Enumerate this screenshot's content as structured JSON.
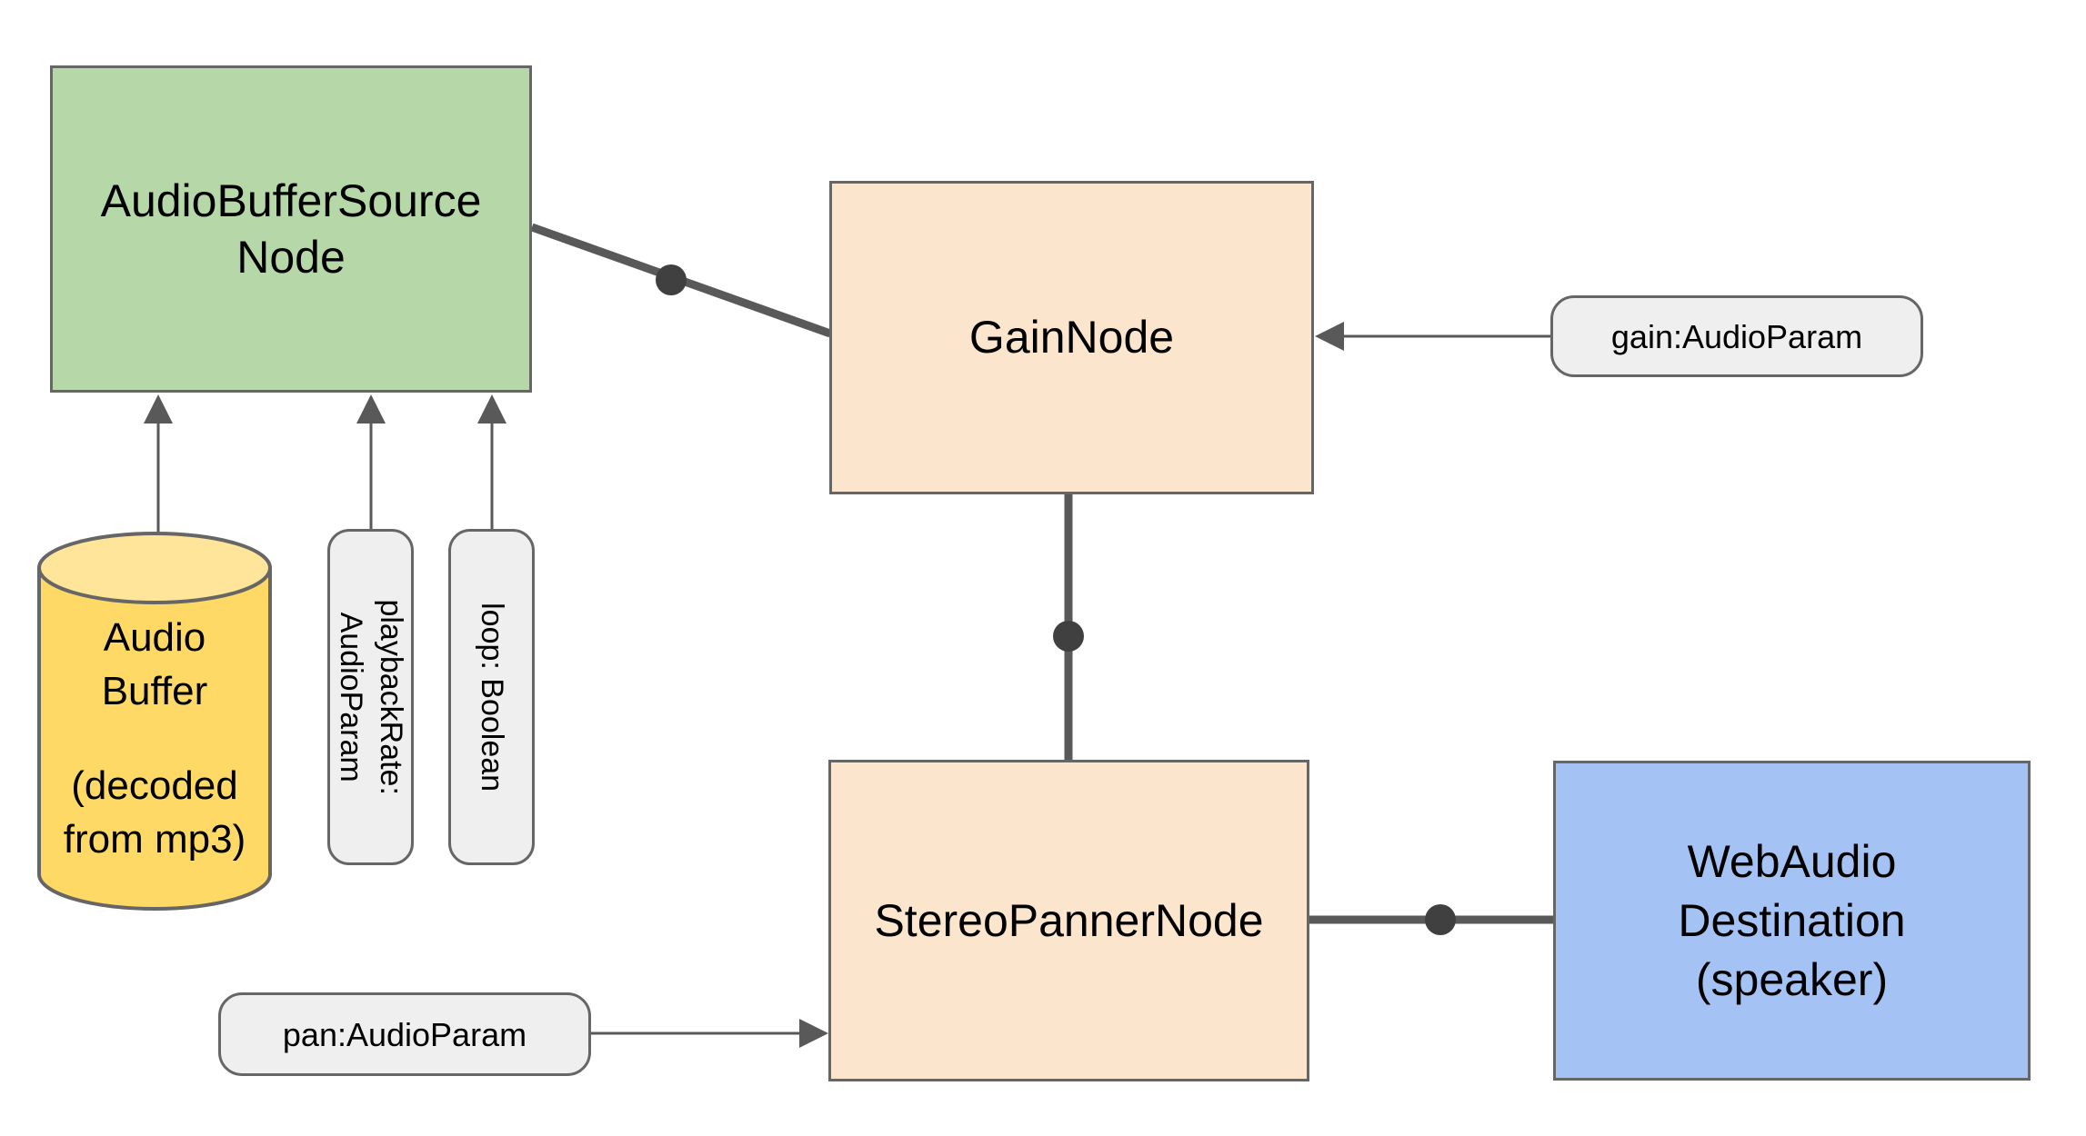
{
  "diagram": {
    "nodes": {
      "audio_buffer_source": {
        "line1": "AudioBufferSource",
        "line2": "Node"
      },
      "gain": {
        "label": "GainNode"
      },
      "stereo_panner": {
        "label": "StereoPannerNode"
      },
      "destination": {
        "line1": "WebAudio",
        "line2": "Destination",
        "line3": "(speaker)"
      },
      "audio_buffer": {
        "line1": "Audio",
        "line2": "Buffer",
        "line3": "(decoded",
        "line4": "from mp3)"
      },
      "playback_rate_param": {
        "line1": "playbackRate:",
        "line2": "AudioParam"
      },
      "loop_param": {
        "label": "loop: Boolean"
      },
      "gain_param": {
        "label": "gain:AudioParam"
      },
      "pan_param": {
        "label": "pan:AudioParam"
      }
    },
    "edges": [
      {
        "from": "AudioBufferSourceNode",
        "to": "GainNode",
        "style": "thick-with-dot"
      },
      {
        "from": "GainNode",
        "to": "StereoPannerNode",
        "style": "thick-with-dot"
      },
      {
        "from": "StereoPannerNode",
        "to": "WebAudio Destination (speaker)",
        "style": "thick-with-dot"
      },
      {
        "from": "Audio Buffer",
        "to": "AudioBufferSourceNode",
        "style": "thin-arrow"
      },
      {
        "from": "playbackRate: AudioParam",
        "to": "AudioBufferSourceNode",
        "style": "thin-arrow"
      },
      {
        "from": "loop: Boolean",
        "to": "AudioBufferSourceNode",
        "style": "thin-arrow"
      },
      {
        "from": "gain:AudioParam",
        "to": "GainNode",
        "style": "thin-arrow"
      },
      {
        "from": "pan:AudioParam",
        "to": "StereoPannerNode",
        "style": "thin-arrow"
      }
    ],
    "colors": {
      "source_fill": "#b6d7a8",
      "processor_fill": "#fce5cd",
      "destination_fill": "#a4c2f4",
      "cylinder_fill": "#ffd966",
      "cylinder_top_fill": "#ffe599",
      "param_fill": "#efefef",
      "shape_border": "#666666",
      "connector": "#595959",
      "dot": "#404040",
      "text": "#000000"
    }
  }
}
